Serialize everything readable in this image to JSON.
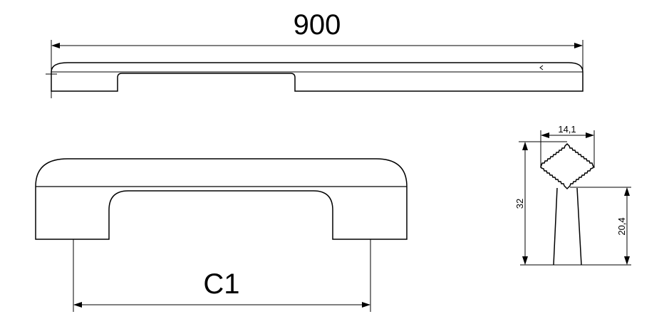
{
  "dimensions": {
    "overall_length": "900",
    "center_distance": "C1",
    "profile_width": "14,1",
    "total_height": "32",
    "base_height": "20,4"
  },
  "colors": {
    "line": "#000000",
    "background": "#ffffff"
  }
}
